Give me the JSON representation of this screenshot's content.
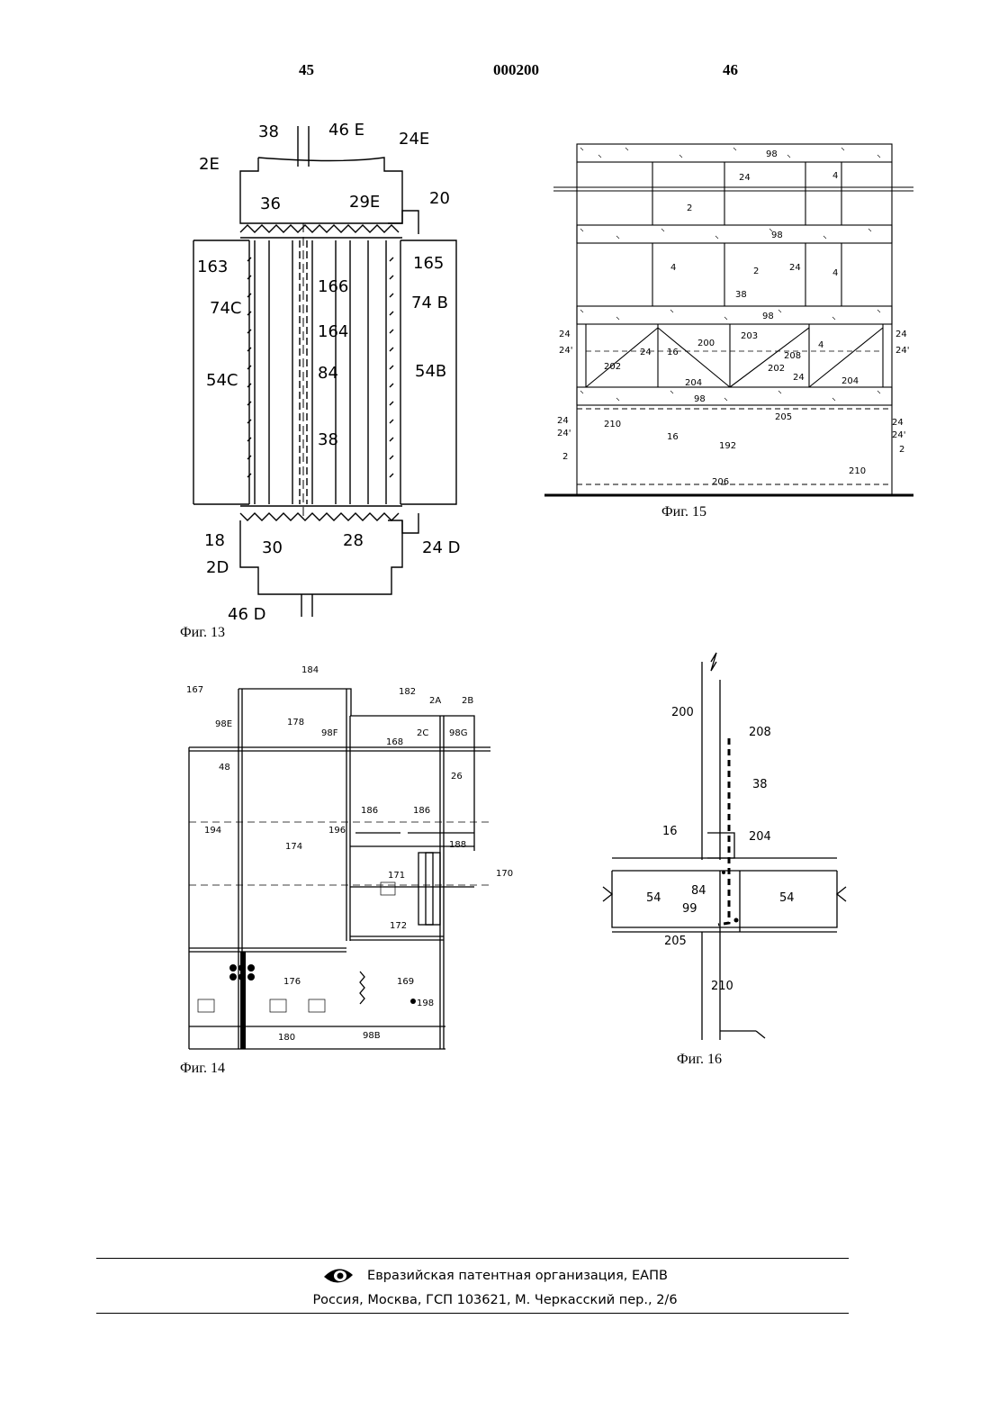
{
  "header": {
    "page_left": "45",
    "doc_number": "000200",
    "page_right": "46"
  },
  "fig13": {
    "caption": "Фиг. 13",
    "labels": [
      "38",
      "46 E",
      "24E",
      "2E",
      "36",
      "29E",
      "20",
      "163",
      "166",
      "165",
      "74C",
      "164",
      "74 B",
      "54C",
      "84",
      "54B",
      "38",
      "18",
      "30",
      "28",
      "24 D",
      "2D",
      "46 D"
    ]
  },
  "fig15": {
    "caption": "Фиг. 15",
    "labels": [
      "98",
      "24",
      "4",
      "2",
      "98",
      "4",
      "2",
      "24",
      "4",
      "38",
      "98",
      "24",
      "24'",
      "24",
      "16",
      "200",
      "203",
      "208",
      "4",
      "24",
      "24'",
      "202",
      "204",
      "202",
      "24",
      "204",
      "98",
      "205",
      "24",
      "24'",
      "210",
      "16",
      "192",
      "24",
      "24'",
      "2",
      "2",
      "210",
      "206"
    ]
  },
  "fig14": {
    "caption": "Фиг. 14",
    "labels": [
      "184",
      "167",
      "182",
      "2A",
      "2B",
      "98E",
      "178",
      "98F",
      "2C",
      "168",
      "98G",
      "48",
      "26",
      "194",
      "196",
      "174",
      "186",
      "186",
      "188",
      "171",
      "170",
      "172",
      "176",
      "169",
      "198",
      "180",
      "98B"
    ]
  },
  "fig16": {
    "caption": "Фиг. 16",
    "labels": [
      "200",
      "208",
      "38",
      "16",
      "204",
      "54",
      "84",
      "54",
      "99",
      "205",
      "210"
    ]
  },
  "footer": {
    "org_logo": "eye-logo-icon",
    "organization": "Евразийская патентная организация, ЕАПВ",
    "address": "Россия, Москва, ГСП 103621, М. Черкасский пер., 2/6"
  }
}
